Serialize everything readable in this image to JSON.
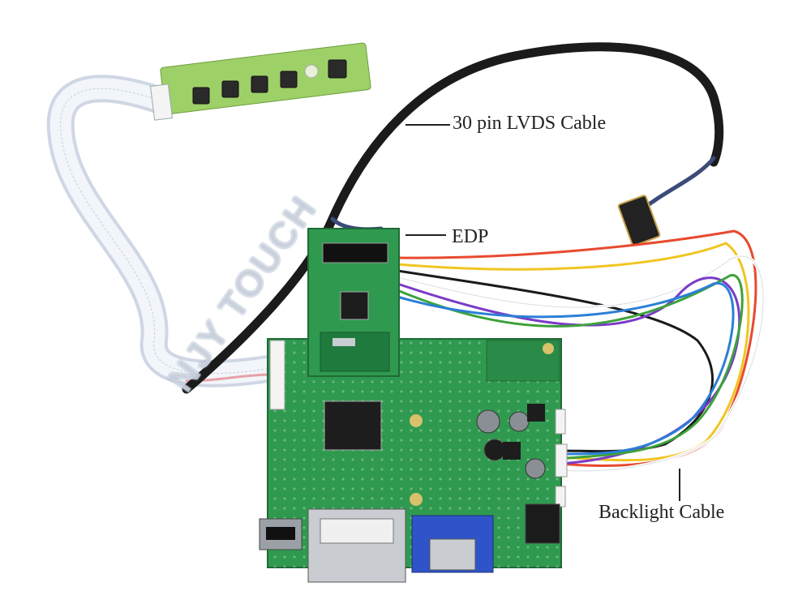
{
  "labels": {
    "lvds_cable": "30 pin LVDS Cable",
    "edp": "EDP",
    "backlight_cable": "Backlight Cable"
  },
  "watermark": "NJY TOUCH",
  "colors": {
    "pcb_green": "#2f9a4f",
    "keypad_green": "#9ed068",
    "cable_black": "#1b1b1b",
    "ribbon": "#e9eef6",
    "vga_blue": "#2f54c9"
  },
  "wire_colors": [
    "#e84a2f",
    "#f1c521",
    "#1a1a1a",
    "#ffffff",
    "#7a3bc7",
    "#3da23b",
    "#2b7fd6",
    "#ffffff"
  ]
}
